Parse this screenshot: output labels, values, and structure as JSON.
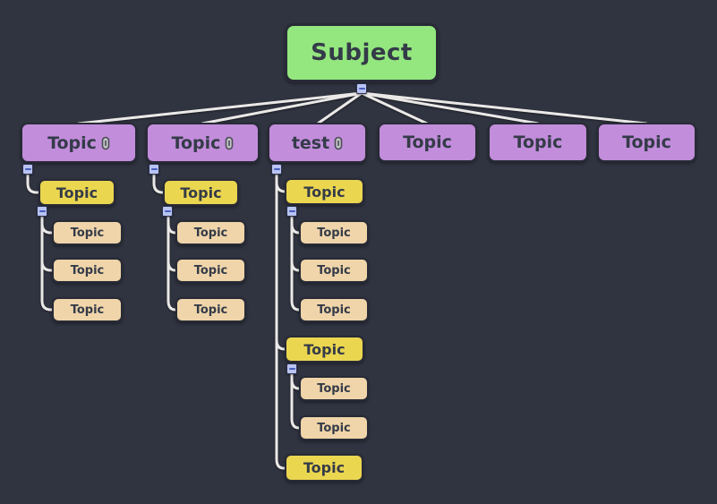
{
  "colors": {
    "background": "#303440",
    "root_fill": "#94e77f",
    "main_topic_fill": "#c28ddb",
    "subtopic_fill": "#ebd650",
    "leaf_topic_fill": "#f0d5aa",
    "node_border": "#282b36",
    "node_text": "#343b48",
    "connector_line": "#ebe9e7",
    "expander_fill": "#b9c4f2",
    "expander_accent": "#4a5fc0"
  },
  "icons": {
    "attachment": "paperclip-icon",
    "expander_symbol": "minus"
  },
  "mindmap": {
    "root": {
      "label": "Subject",
      "expanded": true
    },
    "main_topics": [
      {
        "label": "Topic",
        "attachment": true,
        "expanded": true
      },
      {
        "label": "Topic",
        "attachment": true,
        "expanded": true
      },
      {
        "label": "test",
        "attachment": true,
        "expanded": true
      },
      {
        "label": "Topic",
        "attachment": false
      },
      {
        "label": "Topic",
        "attachment": false
      },
      {
        "label": "Topic",
        "attachment": false
      }
    ],
    "subtopics": [
      {
        "label": "Topic",
        "parent_main": 0,
        "expanded": true
      },
      {
        "label": "Topic",
        "parent_main": 1,
        "expanded": true
      },
      {
        "label": "Topic",
        "parent_main": 2,
        "expanded": true
      },
      {
        "label": "Topic",
        "parent_main": 2,
        "expanded": true
      },
      {
        "label": "Topic",
        "parent_main": 2
      }
    ],
    "leaf_topics": [
      {
        "label": "Topic",
        "parent_sub": 0
      },
      {
        "label": "Topic",
        "parent_sub": 0
      },
      {
        "label": "Topic",
        "parent_sub": 0
      },
      {
        "label": "Topic",
        "parent_sub": 1
      },
      {
        "label": "Topic",
        "parent_sub": 1
      },
      {
        "label": "Topic",
        "parent_sub": 1
      },
      {
        "label": "Topic",
        "parent_sub": 2
      },
      {
        "label": "Topic",
        "parent_sub": 2
      },
      {
        "label": "Topic",
        "parent_sub": 2
      },
      {
        "label": "Topic",
        "parent_sub": 3
      },
      {
        "label": "Topic",
        "parent_sub": 3
      }
    ]
  }
}
